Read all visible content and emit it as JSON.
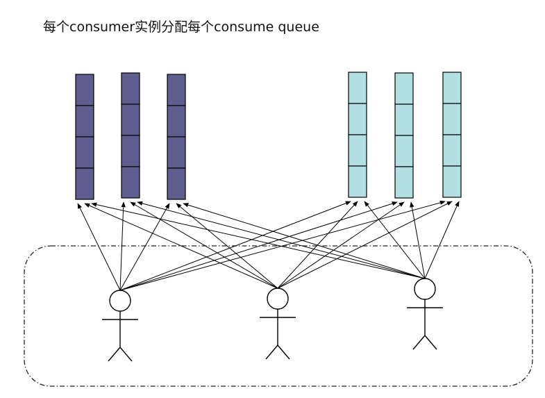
{
  "title": "每个consumer实例分配每个consume queue",
  "queue_groups": [
    {
      "queue_count": 3,
      "cells_per_queue": 4,
      "fill_color": "#5e5e8e"
    },
    {
      "queue_count": 3,
      "cells_per_queue": 4,
      "fill_color": "#b4dfe1"
    }
  ],
  "consumers": {
    "count": 3
  },
  "arrows": "each consumer points to every queue"
}
